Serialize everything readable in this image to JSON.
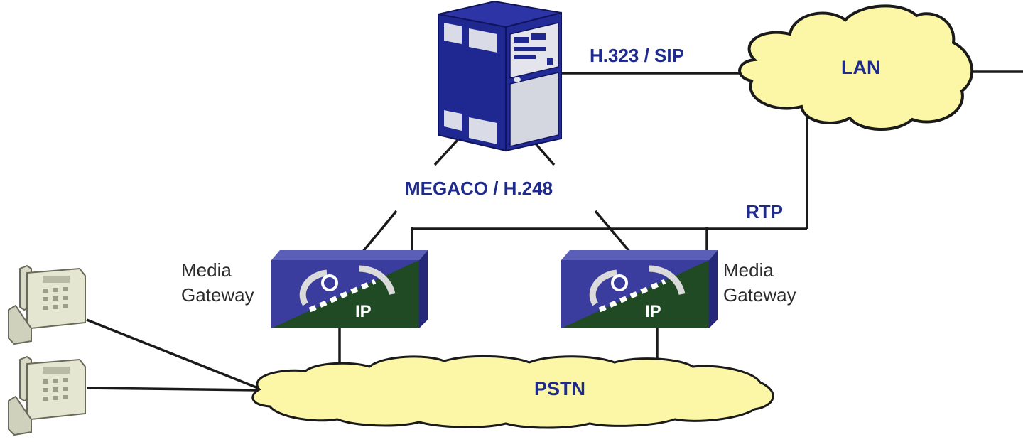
{
  "labels": {
    "protocol_top": "H.323 / SIP",
    "lan": "LAN",
    "megaco": "MEGACO / H.248",
    "rtp": "RTP",
    "gateway_left_line1": "Media",
    "gateway_left_line2": "Gateway",
    "gateway_right_line1": "Media",
    "gateway_right_line2": "Gateway",
    "gateway_left_ip": "IP",
    "gateway_right_ip": "IP",
    "pstn": "PSTN"
  },
  "colors": {
    "accent_text": "#1e2a8c",
    "cloud_fill": "#fbf7a6",
    "gateway_top": "#35389a",
    "gateway_bottom": "#1f4a24",
    "server_blue": "#1f2790",
    "line": "#1a1a1a"
  },
  "icons": {
    "server": "server-icon",
    "cloud": "cloud-icon",
    "gateway": "media-gateway-icon",
    "phone": "telephone-icon"
  }
}
